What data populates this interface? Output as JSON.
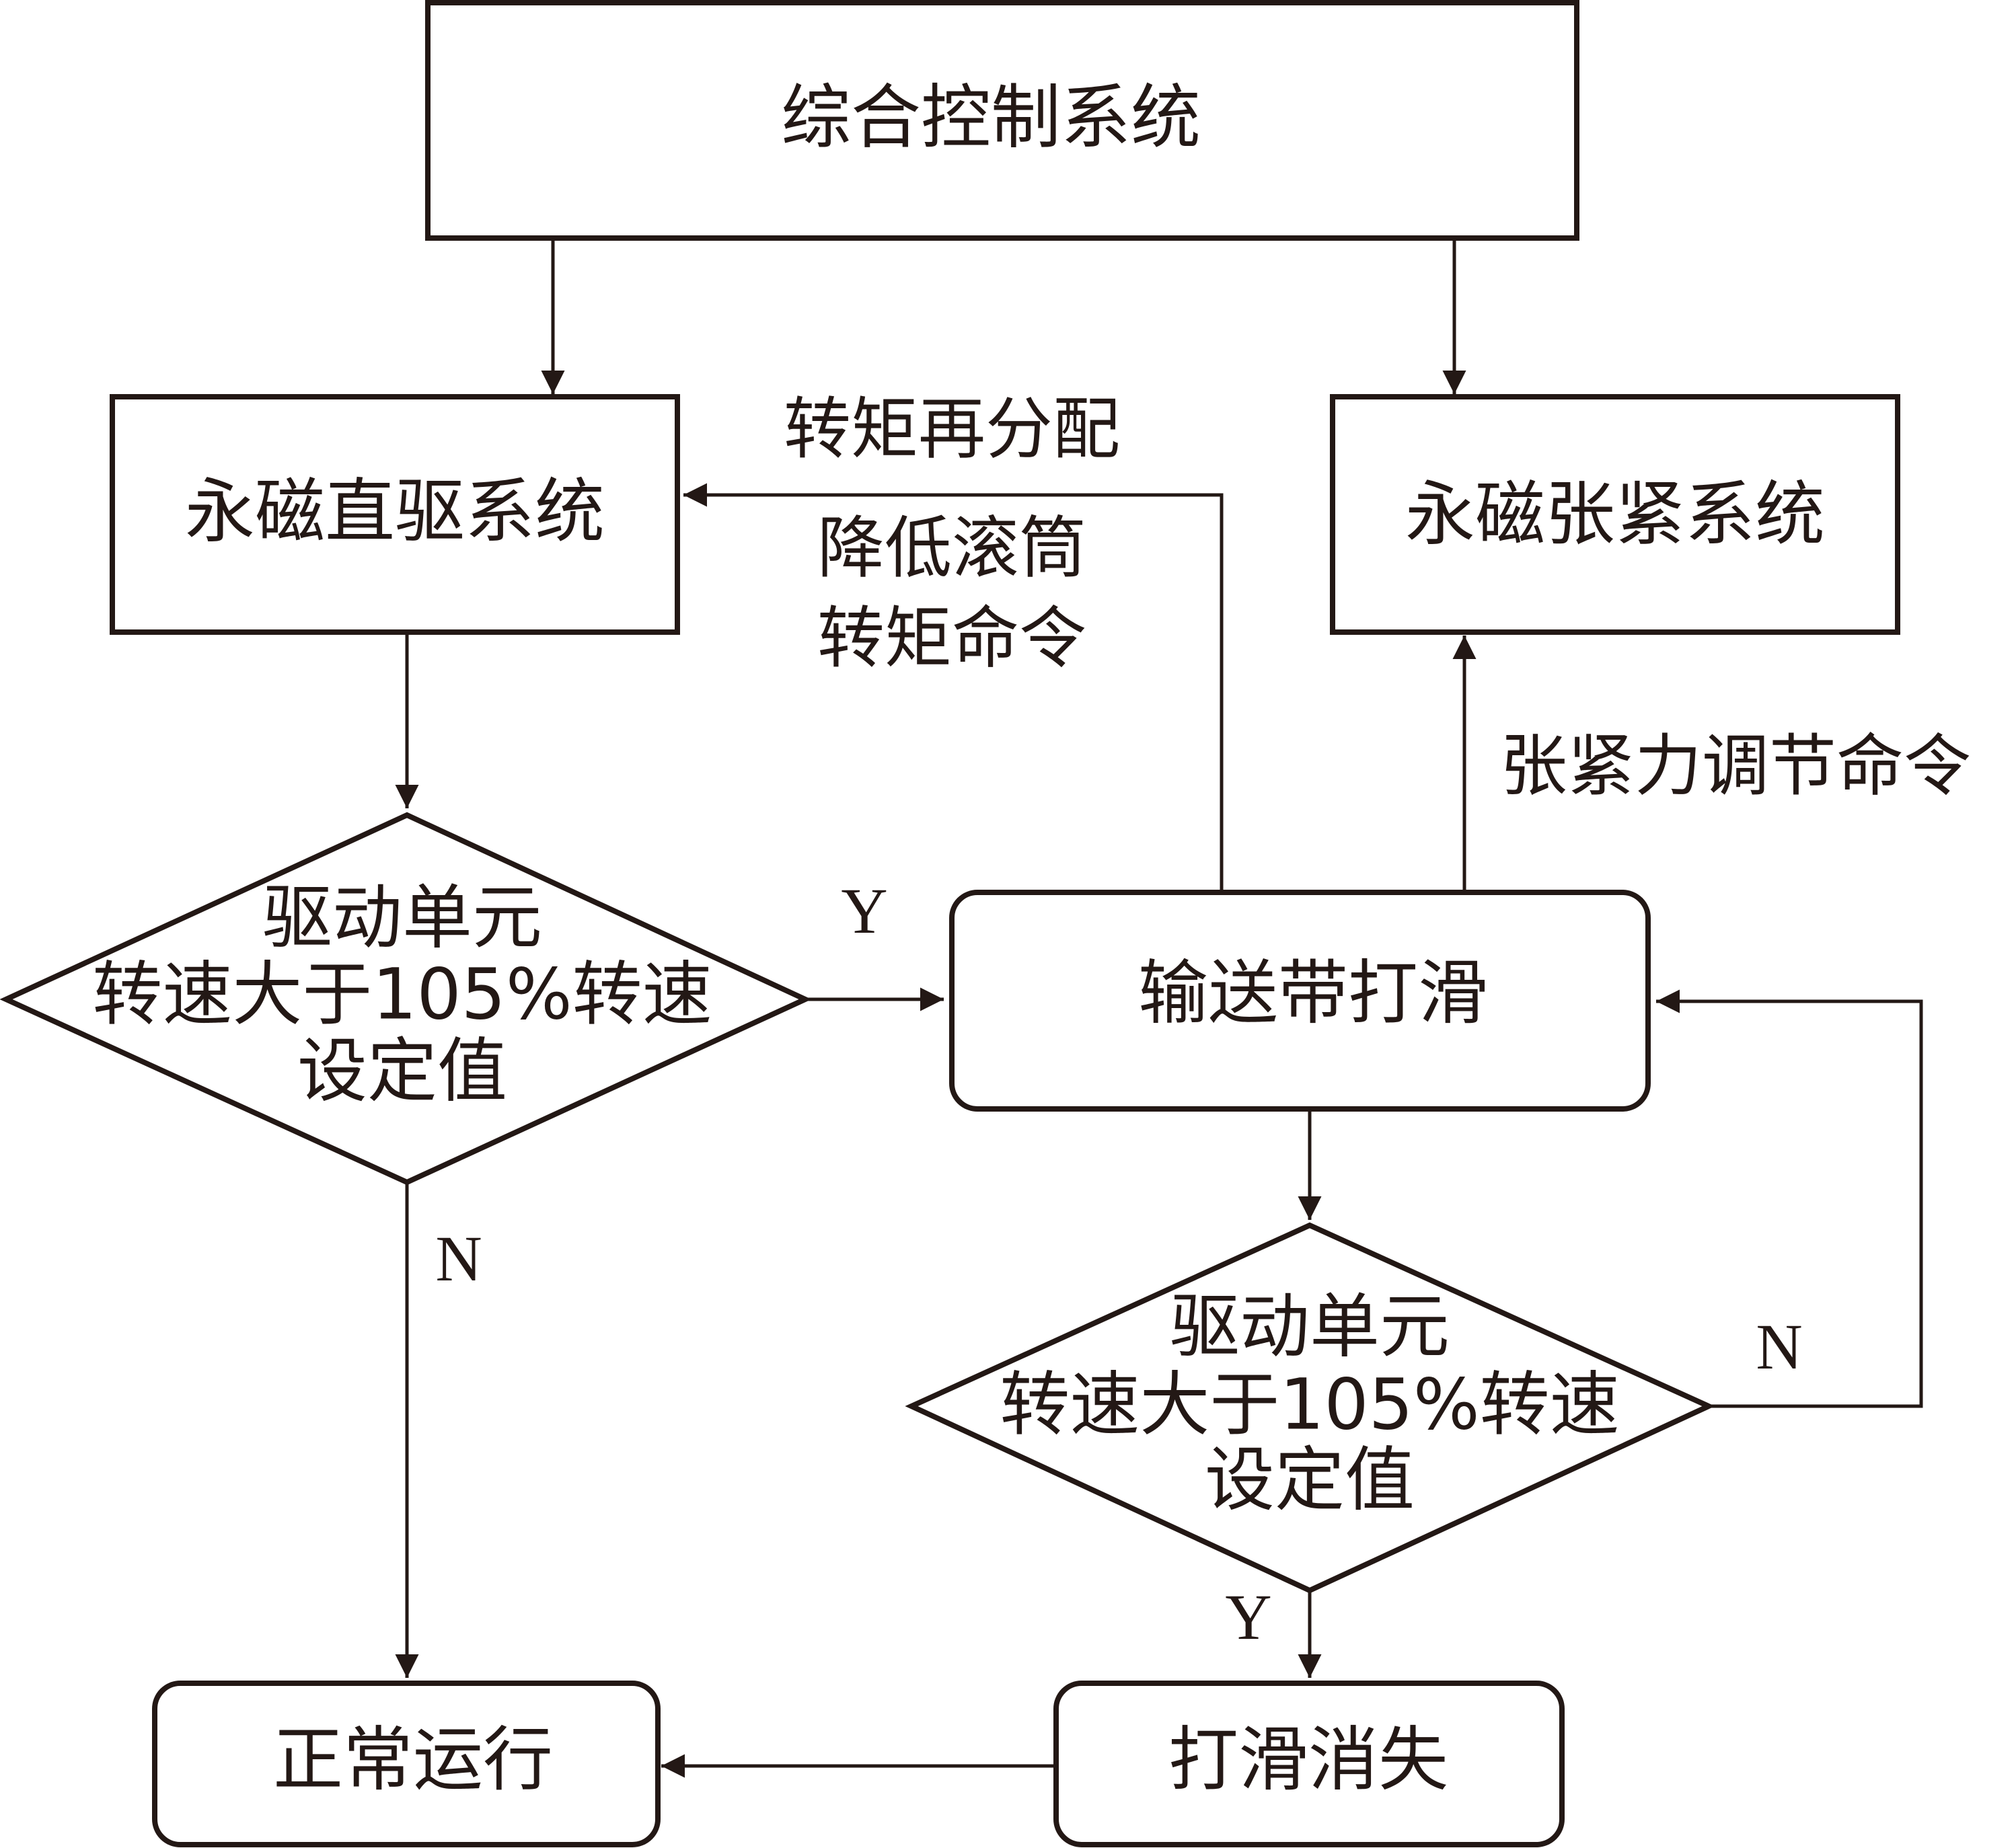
{
  "colors": {
    "stroke": "#231815",
    "background": "#ffffff"
  },
  "nodes": {
    "control_system": "综合控制系统",
    "pm_direct_drive": "永磁直驱系统",
    "pm_tension": "永磁张紧系统",
    "belt_slip": "输送带打滑",
    "decision1": {
      "line1": "驱动单元",
      "line2": "转速大于105%转速",
      "line3": "设定值"
    },
    "decision2": {
      "line1": "驱动单元",
      "line2": "转速大于105%转速",
      "line3": "设定值"
    },
    "normal_run": "正常运行",
    "slip_gone": "打滑消失"
  },
  "edge_labels": {
    "torque_redistribution": "转矩再分配",
    "reduce_torque_line1": "降低滚筒",
    "reduce_torque_line2": "转矩命令",
    "tension_adjust": "张紧力调节命令",
    "d1_yes": "Y",
    "d1_no": "N",
    "d2_no": "N",
    "d2_yes": "Y"
  }
}
